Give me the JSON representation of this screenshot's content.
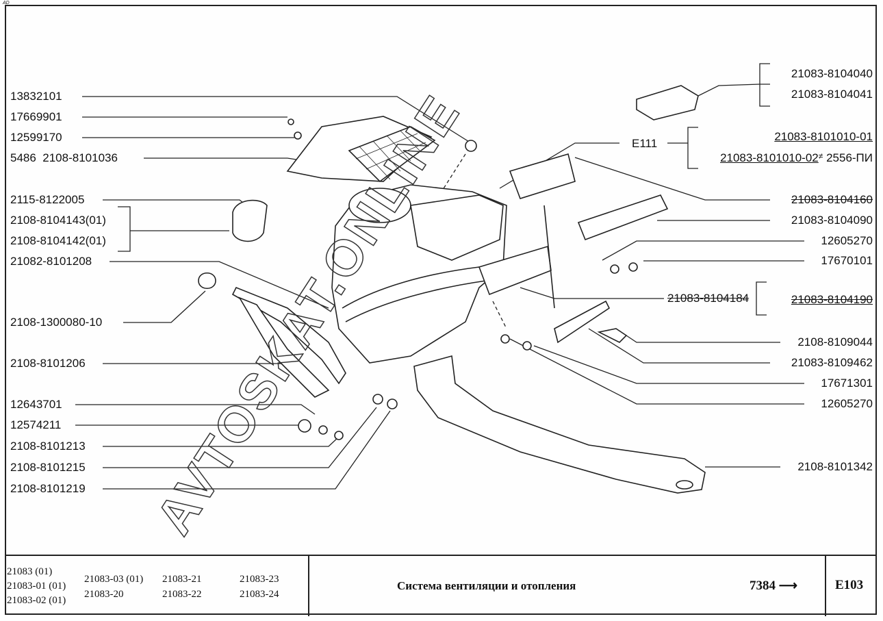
{
  "corner_mark": "AD",
  "watermark": "AVTOSKAT.ONLINE",
  "left_labels": [
    "13832101",
    "17669901",
    "12599170",
    "5486  2108-8101036",
    "2115-8122005",
    "2108-8104143(01)",
    "2108-8104142(01)",
    "21082-8101208",
    "2108-1300080-10",
    "2108-8101206",
    "12643701",
    "12574211",
    "2108-8101213",
    "2108-8101215",
    "2108-8101219"
  ],
  "right_labels": {
    "r1": "21083-8104040",
    "r2": "21083-8104041",
    "e111": "E111",
    "r3": "21083-8101010-01",
    "r4": "21083-8101010-02",
    "r4_suffix": "2556-ПИ",
    "r4_mark": "≠",
    "r5": "21083-8104160",
    "r6": "21083-8104090",
    "r7": "12605270",
    "r8": "17670101",
    "r9_boxed": "21083-8104184",
    "r9": "21083-8104190",
    "r10": "2108-8109044",
    "r11": "21083-8109462",
    "r12": "17671301",
    "r13": "12605270",
    "r14": "2108-8101342"
  },
  "footer": {
    "models_col1": [
      "21083 (01)",
      "21083-01 (01)",
      "21083-02 (01)"
    ],
    "models_col2": [
      "21083-03 (01)",
      "21083-20"
    ],
    "models_col3": [
      "21083-21",
      "21083-22"
    ],
    "models_col4": [
      "21083-23",
      "21083-24"
    ],
    "title": "Система вентиляции и отопления",
    "number": "7384",
    "arrow": "⟶",
    "ref": "E103"
  }
}
